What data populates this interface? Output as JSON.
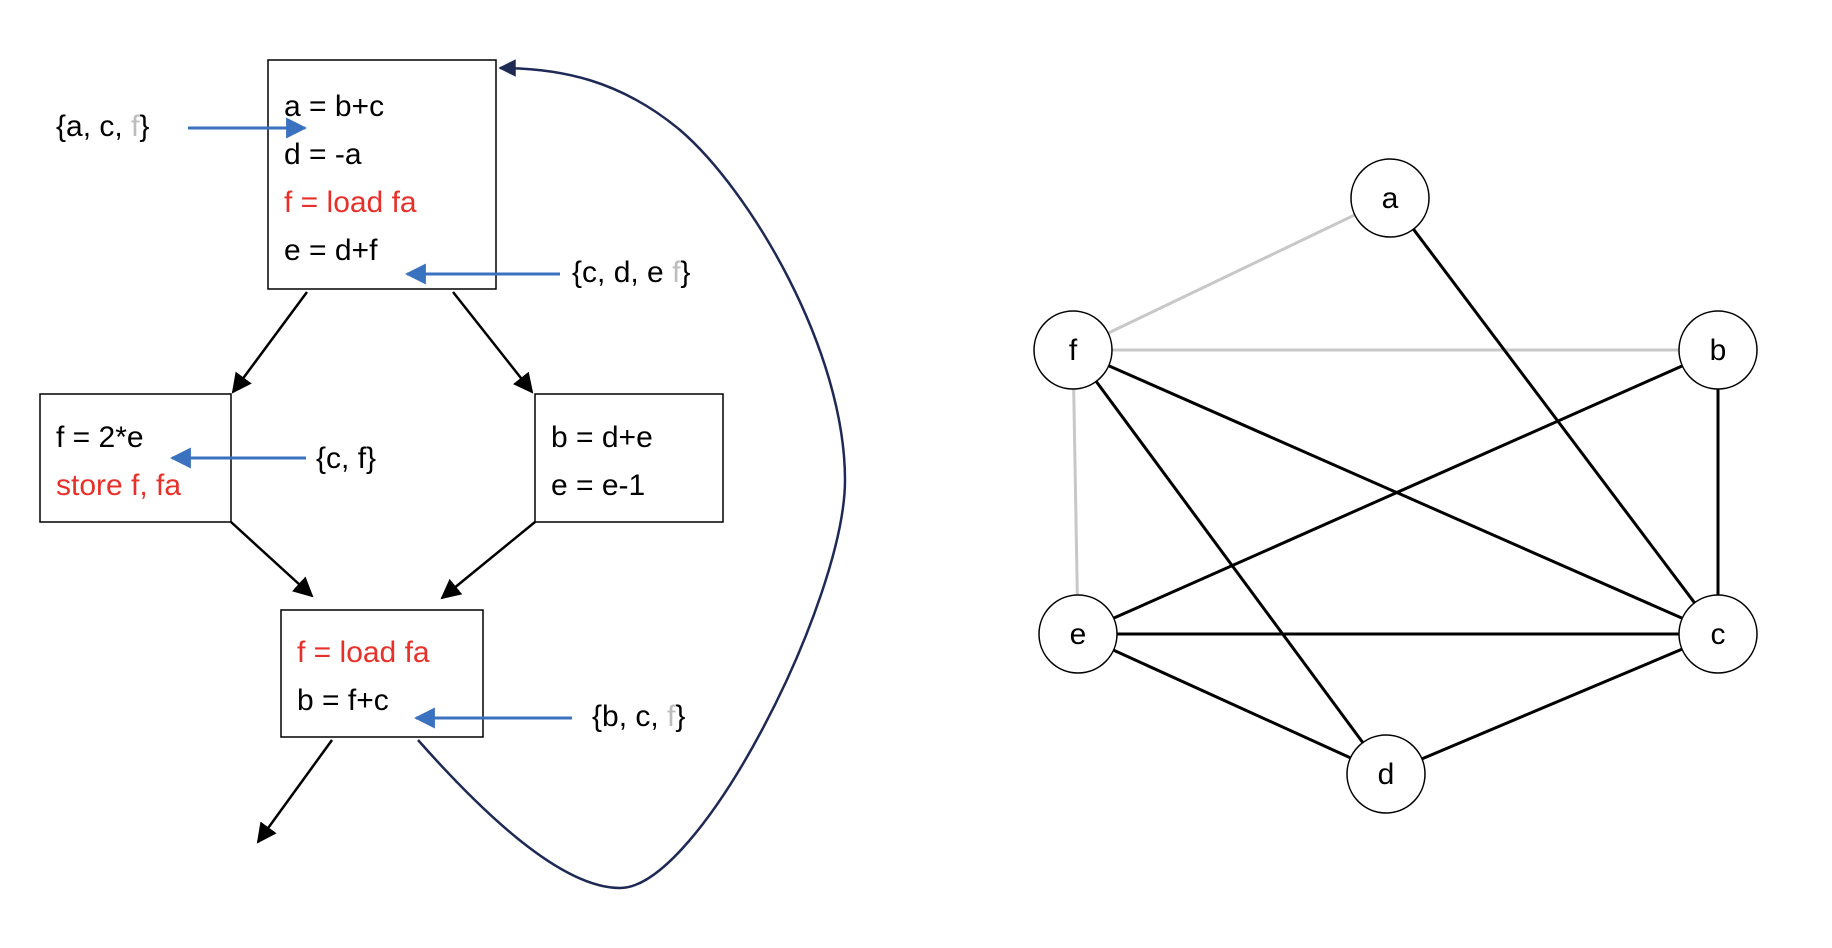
{
  "colors": {
    "text": "#000000",
    "spill_text": "#e8302a",
    "faded_text": "#bdbdbd",
    "live_arrow": "#3a72c0",
    "back_edge": "#1e2a55",
    "edge_dark": "#000000",
    "edge_faded": "#c8c8c8"
  },
  "cfg": {
    "block1": {
      "line1": "a = b+c",
      "line2": "d = -a",
      "line3": "f = load fa",
      "line4": "e = d+f"
    },
    "block2": {
      "line1": "f = 2*e",
      "line2": "store f, fa"
    },
    "block3": {
      "line1": "b = d+e",
      "line2": "e = e-1"
    },
    "block4": {
      "line1": "f = load fa",
      "line2": "b = f+c"
    }
  },
  "live_sets": {
    "set1": {
      "open": "{a, c, ",
      "faded": "f",
      "close": "}"
    },
    "set2": {
      "open": "{c, d, e ",
      "faded": "f",
      "close": "}"
    },
    "set3": {
      "text": "{c, f}"
    },
    "set4": {
      "open": "{b, c, ",
      "faded": "f",
      "close": "}"
    }
  },
  "graph": {
    "nodes": [
      {
        "id": "a",
        "label": "a"
      },
      {
        "id": "b",
        "label": "b"
      },
      {
        "id": "f",
        "label": "f"
      },
      {
        "id": "e",
        "label": "e"
      },
      {
        "id": "c",
        "label": "c"
      },
      {
        "id": "d",
        "label": "d"
      }
    ],
    "edges": [
      {
        "from": "a",
        "to": "f",
        "style": "faded"
      },
      {
        "from": "f",
        "to": "b",
        "style": "faded"
      },
      {
        "from": "f",
        "to": "e",
        "style": "faded"
      },
      {
        "from": "a",
        "to": "c",
        "style": "dark"
      },
      {
        "from": "f",
        "to": "c",
        "style": "dark"
      },
      {
        "from": "f",
        "to": "d",
        "style": "dark"
      },
      {
        "from": "b",
        "to": "e",
        "style": "dark"
      },
      {
        "from": "b",
        "to": "c",
        "style": "dark"
      },
      {
        "from": "e",
        "to": "c",
        "style": "dark"
      },
      {
        "from": "e",
        "to": "d",
        "style": "dark"
      },
      {
        "from": "d",
        "to": "c",
        "style": "dark"
      }
    ]
  }
}
